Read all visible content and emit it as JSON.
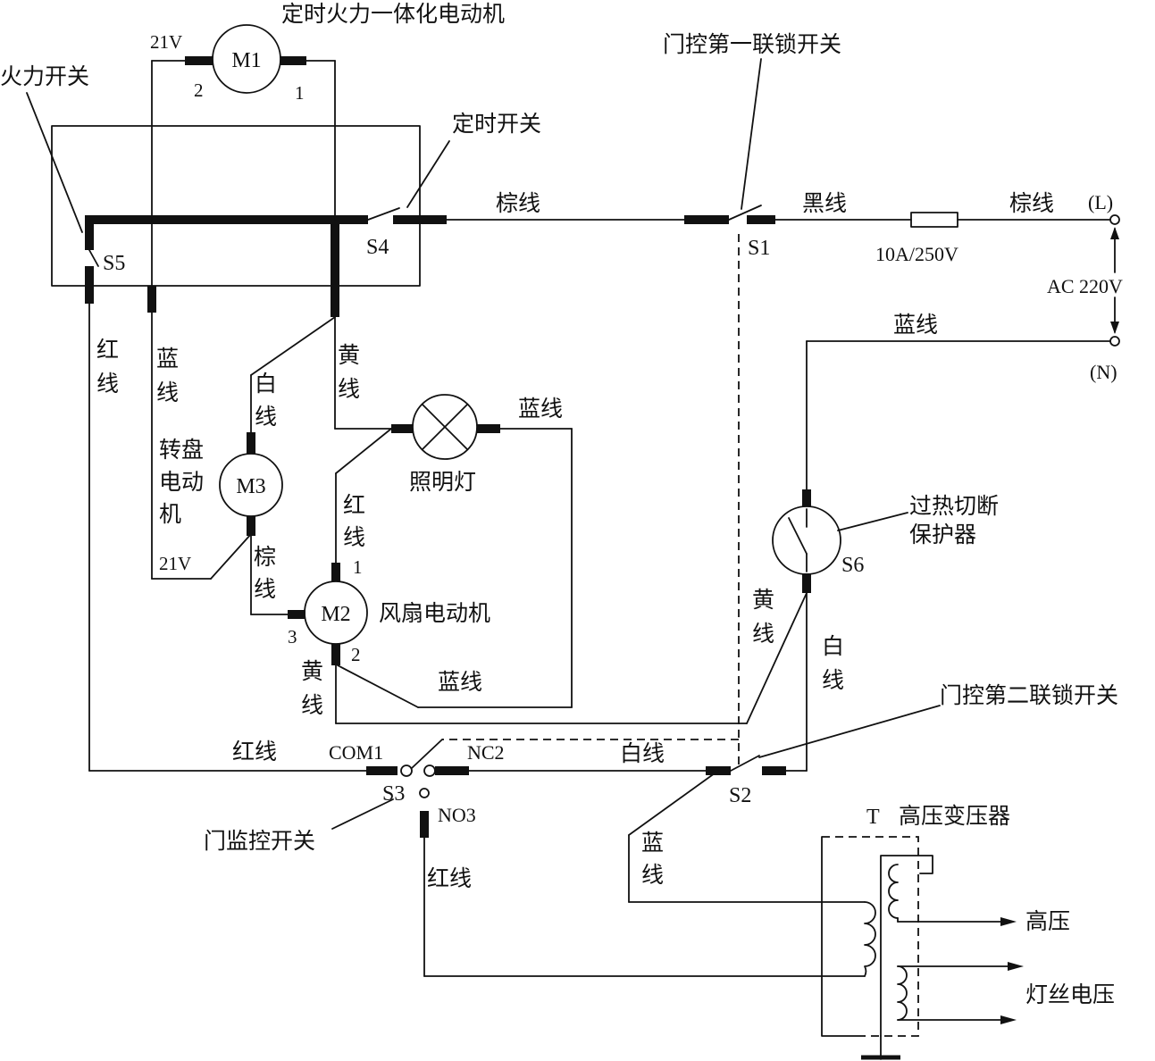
{
  "title": "定时火力一体化电动机",
  "components": {
    "m1": "M1",
    "m2": "M2",
    "m3": "M3",
    "s1": "S1",
    "s2": "S2",
    "s3": "S3",
    "s4": "S4",
    "s5": "S5",
    "s6": "S6",
    "t": "T"
  },
  "labels": {
    "fire_switch": "火力开关",
    "timer_switch": "定时开关",
    "door_first": "门控第一联锁开关",
    "door_second": "门控第二联锁开关",
    "door_monitor": "门监控开关",
    "overheat_1": "过热切断",
    "overheat_2": "保护器",
    "lamp": "照明灯",
    "fan_motor": "风扇电动机",
    "turntable_1": "转盘",
    "turntable_2": "电动",
    "turntable_3": "机",
    "transformer": "高压变压器",
    "high_voltage": "高压",
    "filament": "灯丝电压"
  },
  "power": {
    "l": "(L)",
    "n": "(N)",
    "ac": "AC 220V",
    "fuse": "10A/250V"
  },
  "wires": {
    "brown": "棕线",
    "black": "黑线",
    "blue": "蓝线",
    "red": "红线",
    "white": "白线",
    "yellow": "黄线",
    "red1": "红",
    "red2": "线",
    "blue1": "蓝",
    "blue2": "线",
    "yellow1": "黄",
    "yellow2": "线",
    "white1": "白",
    "white2": "线",
    "brown1": "棕",
    "brown2": "线"
  },
  "pins": {
    "v21": "21V",
    "p1": "1",
    "p2": "2",
    "p3": "3",
    "com1": "COM1",
    "nc2": "NC2",
    "no3": "NO3"
  }
}
